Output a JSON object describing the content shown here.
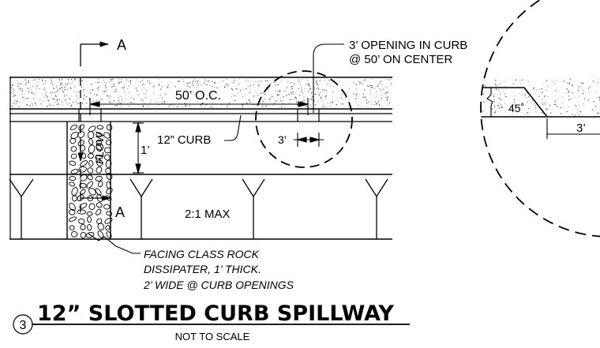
{
  "detail": {
    "number": "3",
    "title": "12” SLOTTED CURB SPILLWAY",
    "subtitle": "NOT TO SCALE"
  },
  "section_cut": {
    "top_label": "A",
    "bottom_label": "A"
  },
  "labels": {
    "spacing": "50’ O.C.",
    "curb": "12” CURB",
    "flow": "FLOW",
    "curb_height": "1’",
    "slope": "2:1 MAX",
    "opening_width": "3’",
    "opening_note_line1": "3’ OPENING IN CURB",
    "opening_note_line2": "@ 50’ ON CENTER",
    "rock_note_line1": "FACING CLASS ROCK",
    "rock_note_line2": "DISSIPATER, 1’ THICK.",
    "rock_note_line3": "2’ WIDE @ CURB OPENINGS"
  },
  "enlarged_detail": {
    "angle": "45˚",
    "width": "3’"
  }
}
